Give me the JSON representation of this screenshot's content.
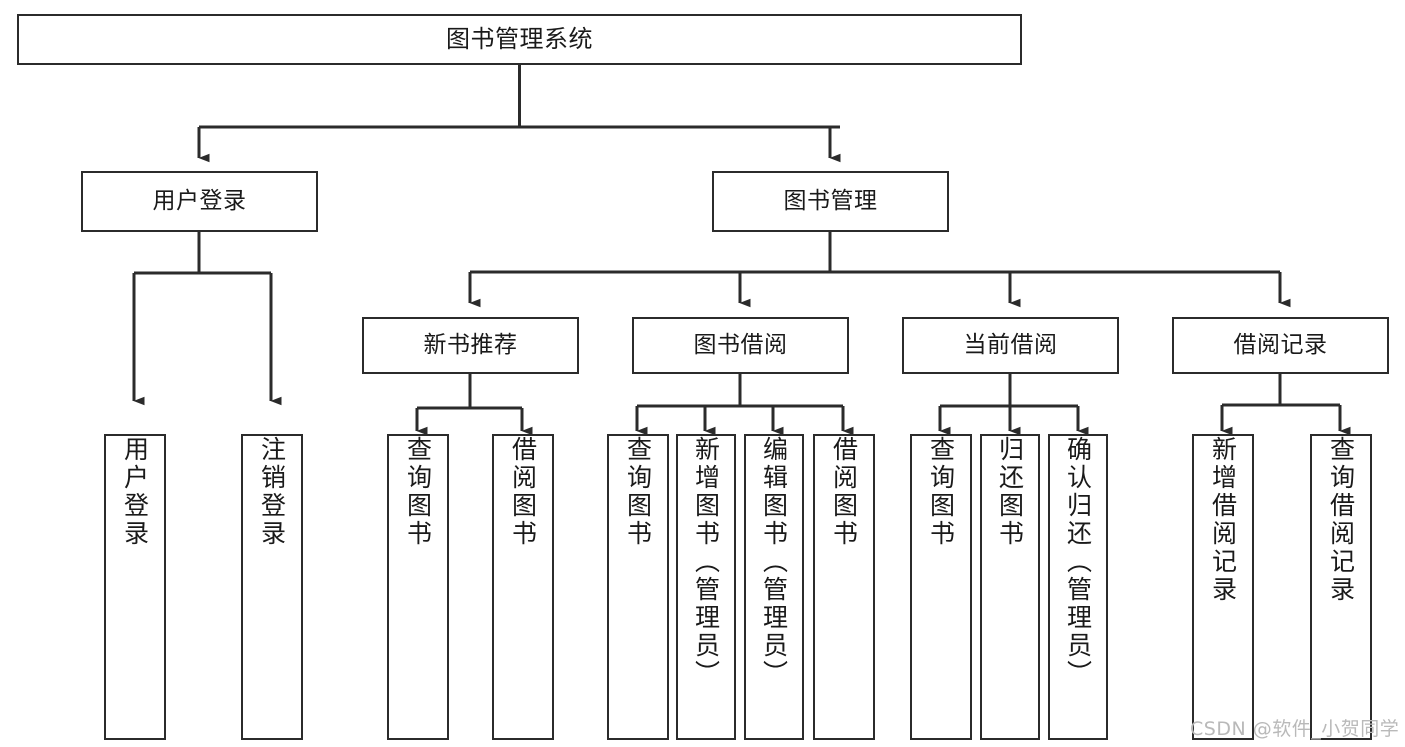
{
  "diagram": {
    "type": "tree-hierarchy-chart",
    "title": "图书管理系统",
    "root": {
      "id": "root",
      "label": "图书管理系统"
    },
    "level2": [
      {
        "id": "user-login",
        "label": "用户登录"
      },
      {
        "id": "book-manage",
        "label": "图书管理"
      }
    ],
    "level3": [
      {
        "id": "new-book-recommend",
        "label": "新书推荐",
        "parent": "book-manage"
      },
      {
        "id": "book-borrow",
        "label": "图书借阅",
        "parent": "book-manage"
      },
      {
        "id": "current-borrow",
        "label": "当前借阅",
        "parent": "book-manage"
      },
      {
        "id": "borrow-record",
        "label": "借阅记录",
        "parent": "book-manage"
      }
    ],
    "leaves": [
      {
        "id": "leaf-user-login",
        "label": "用户登录",
        "parent": "user-login"
      },
      {
        "id": "leaf-logout-login",
        "label": "注销登录",
        "parent": "user-login"
      },
      {
        "id": "leaf-query-book-1",
        "label": "查询图书",
        "parent": "new-book-recommend"
      },
      {
        "id": "leaf-borrow-book-1",
        "label": "借阅图书",
        "parent": "new-book-recommend"
      },
      {
        "id": "leaf-query-book-2",
        "label": "查询图书",
        "parent": "book-borrow"
      },
      {
        "id": "leaf-add-book",
        "label": "新增图书（管理员）",
        "parent": "book-borrow"
      },
      {
        "id": "leaf-edit-book",
        "label": "编辑图书（管理员）",
        "parent": "book-borrow"
      },
      {
        "id": "leaf-borrow-book-2",
        "label": "借阅图书",
        "parent": "book-borrow"
      },
      {
        "id": "leaf-query-book-3",
        "label": "查询图书",
        "parent": "current-borrow"
      },
      {
        "id": "leaf-return-book",
        "label": "归还图书",
        "parent": "current-borrow"
      },
      {
        "id": "leaf-confirm-return",
        "label": "确认归还（管理员）",
        "parent": "current-borrow"
      },
      {
        "id": "leaf-add-record",
        "label": "新增借阅记录",
        "parent": "borrow-record"
      },
      {
        "id": "leaf-query-record",
        "label": "查询借阅记录",
        "parent": "borrow-record"
      }
    ],
    "watermark": "CSDN @软件_小贺同学",
    "colors": {
      "stroke": "#2b2b2b",
      "background": "#ffffff",
      "text": "#1a1a1a",
      "watermark": "#b9b9b9"
    }
  }
}
